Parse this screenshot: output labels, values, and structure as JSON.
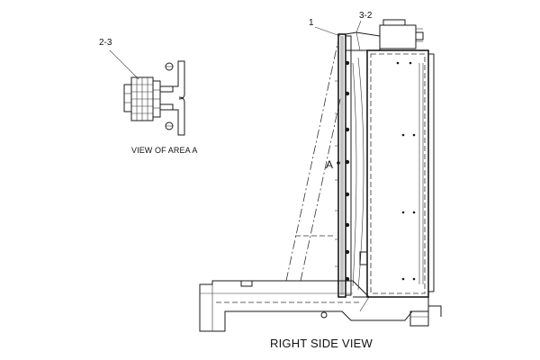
{
  "callouts": {
    "detail_part": "2-3",
    "main_part_1": "1",
    "main_part_2": "3-2",
    "area_marker": "A"
  },
  "captions": {
    "detail_view": "VIEW OF AREA A",
    "main_view": "RIGHT SIDE VIEW"
  },
  "colors": {
    "line": "#1a1a1a",
    "background": "#ffffff"
  }
}
